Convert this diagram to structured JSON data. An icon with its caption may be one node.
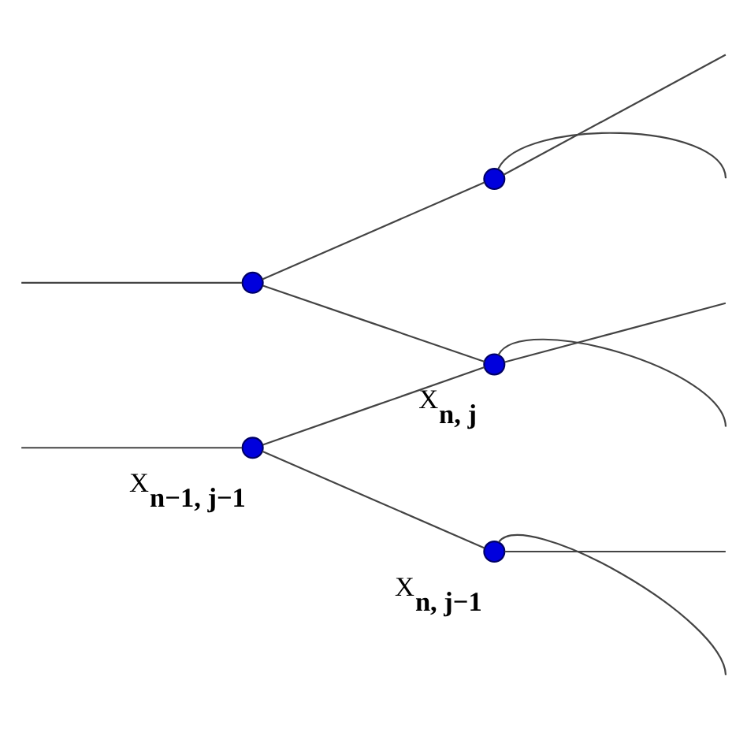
{
  "diagram": {
    "nodes": [
      {
        "text": [],
        "shape": "circle"
      },
      {
        "text": [],
        "shape": "circle",
        "beside": [
          "X$_{n−1, j−1}$"
        ]
      },
      {
        "text": [],
        "shape": "circle"
      },
      {
        "text": [],
        "shape": "circle",
        "beside": [
          "X$_{n, j}$"
        ]
      },
      {
        "text": [],
        "shape": "circle",
        "beside": [
          "X$_{n, j−1}$"
        ]
      }
    ],
    "edges": [
      {
        "from": null,
        "to": 0,
        "arrow": "none"
      },
      {
        "from": null,
        "to": 1,
        "arrow": "none"
      },
      {
        "from": 0,
        "to": 2,
        "arrow": "none"
      },
      {
        "from": 0,
        "to": 3,
        "arrow": "none"
      },
      {
        "from": 1,
        "to": 3,
        "arrow": "none"
      },
      {
        "from": 1,
        "to": 4,
        "arrow": "none"
      },
      {
        "from": 2,
        "to": null,
        "arrow": "none"
      },
      {
        "from": null,
        "to": 2,
        "arrow": "none"
      },
      {
        "from": 3,
        "to": null,
        "arrow": "none"
      },
      {
        "from": null,
        "to": 3,
        "arrow": "none"
      },
      {
        "from": 4,
        "to": null,
        "arrow": "none"
      },
      {
        "from": null,
        "to": 4,
        "arrow": "none"
      }
    ]
  }
}
